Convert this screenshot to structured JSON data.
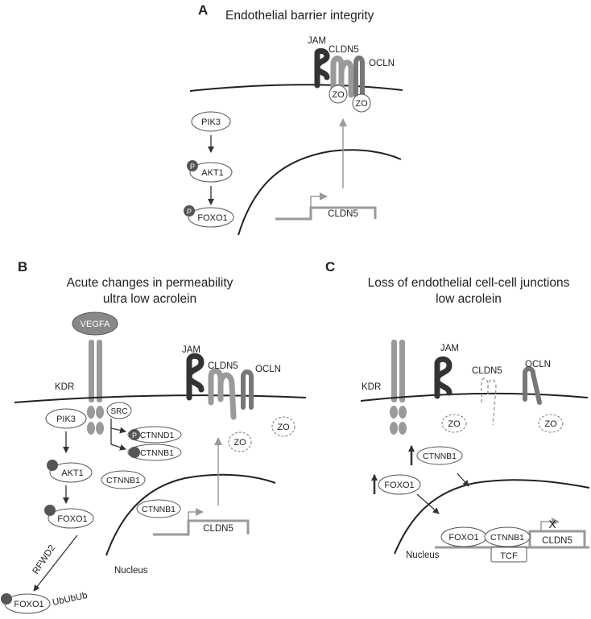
{
  "panel_a": {
    "letter": "A",
    "title": "Endothelial barrier integrity",
    "jam": "JAM",
    "cldn5": "CLDN5",
    "ocln": "OCLN",
    "zo1": "ZO",
    "zo2": "ZO",
    "pik3": "PIK3",
    "akt1": "AKT1",
    "foxo1": "FOXO1",
    "p1": "P",
    "p2": "P",
    "gene": "CLDN5"
  },
  "panel_b": {
    "letter": "B",
    "title_1": "Acute changes in permeability",
    "title_2": "ultra low acrolein",
    "vegfa": "VEGFA",
    "kdr": "KDR",
    "jam": "JAM",
    "cldn5": "CLDN5",
    "ocln": "OCLN",
    "pik3": "PIK3",
    "src": "SRC",
    "ctnnd1": "CTNND1",
    "ctnnb1_a": "CTNNB1",
    "ctnnb1_b": "CTNNB1",
    "ctnnb1_c": "CTNNB1",
    "akt1": "AKT1",
    "foxo1": "FOXO1",
    "foxo1_ub": "FOXO1",
    "rfwd2": "RFWD2",
    "ububub": "UbUbUb",
    "zo1": "ZO",
    "zo2": "ZO",
    "gene": "CLDN5",
    "nucleus": "Nucleus",
    "p": "P"
  },
  "panel_c": {
    "letter": "C",
    "title_1": "Loss of endothelial cell-cell junctions",
    "title_2": "low acrolein",
    "kdr": "KDR",
    "jam": "JAM",
    "cldn5": "CLDN5",
    "ocln": "OCLN",
    "zo1": "ZO",
    "zo2": "ZO",
    "ctnnb1": "CTNNB1",
    "foxo1": "FOXO1",
    "foxo1_dna": "FOXO1",
    "ctnnb1_dna": "CTNNB1",
    "tcf": "TCF",
    "gene": "CLDN5",
    "nucleus": "Nucleus",
    "x_mark": "X"
  },
  "colors": {
    "dark": "#333333",
    "mid": "#777777",
    "light": "#9a9a9a",
    "pale": "#c0c0c0"
  }
}
